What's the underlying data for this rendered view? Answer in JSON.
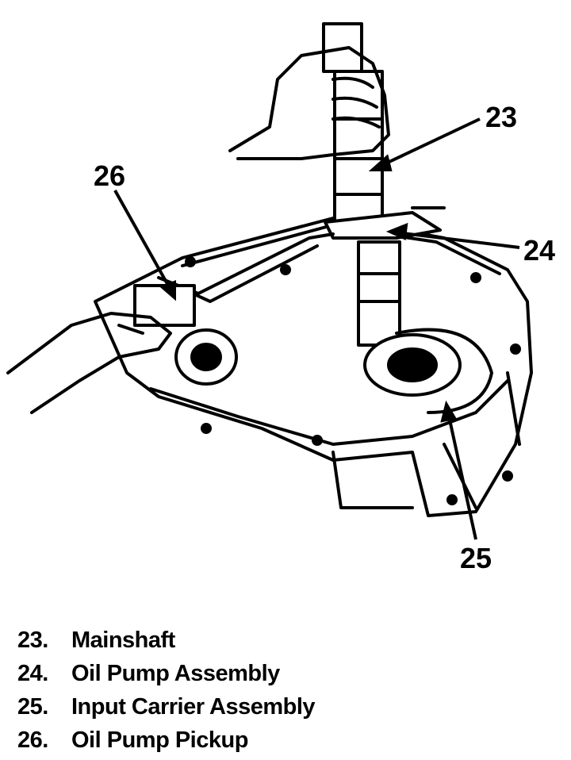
{
  "callouts": {
    "c23": "23",
    "c24": "24",
    "c25": "25",
    "c26": "26"
  },
  "legend": [
    {
      "number": "23.",
      "label": "Mainshaft"
    },
    {
      "number": "24.",
      "label": "Oil Pump Assembly"
    },
    {
      "number": "25.",
      "label": "Input Carrier Assembly"
    },
    {
      "number": "26.",
      "label": "Oil Pump Pickup"
    }
  ],
  "colors": {
    "ink": "#000000",
    "paper": "#ffffff"
  }
}
